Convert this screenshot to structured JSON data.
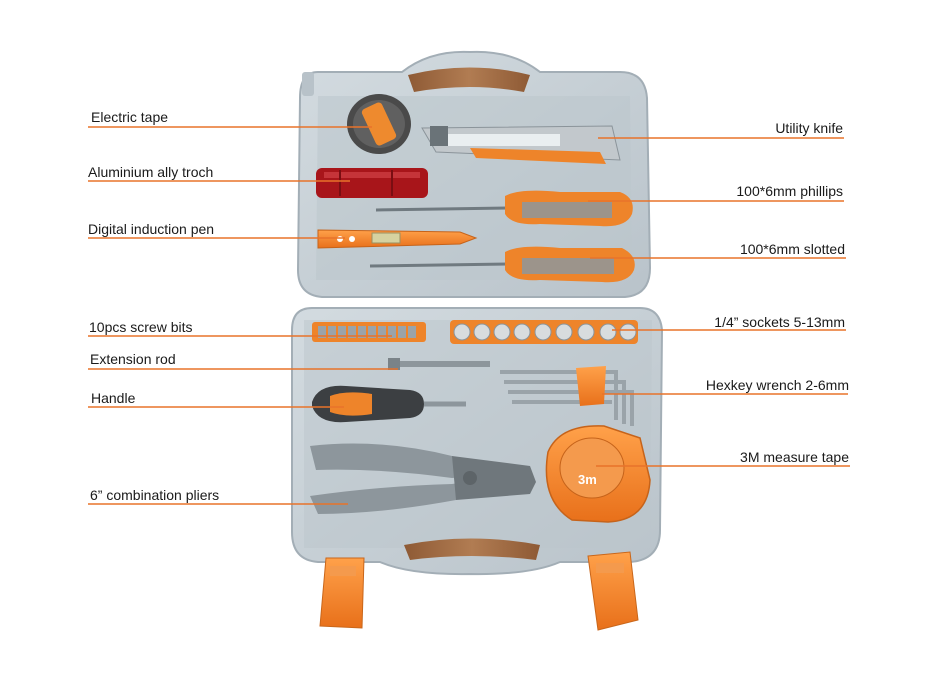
{
  "colors": {
    "case": "#c9d2d8",
    "case_inner": "#b5c0c7",
    "case_edge": "#a3aeb6",
    "accent_orange": "#f07f1e",
    "leader_line": "#e8732a",
    "handle_wood": "#a7714a",
    "tool_grey": "#8d969c",
    "torch_red": "#a8151a"
  },
  "labels": {
    "left": [
      {
        "id": "electric-tape",
        "text": "Electric tape"
      },
      {
        "id": "aluminium-torch",
        "text": "Aluminium ally troch"
      },
      {
        "id": "digital-pen",
        "text": "Digital induction pen"
      },
      {
        "id": "screw-bits",
        "text": "10pcs screw bits"
      },
      {
        "id": "extension-rod",
        "text": "Extension rod"
      },
      {
        "id": "handle",
        "text": "Handle"
      },
      {
        "id": "pliers",
        "text": "6” combination pliers"
      }
    ],
    "right": [
      {
        "id": "utility-knife",
        "text": "Utility knife"
      },
      {
        "id": "phillips",
        "text": "100*6mm phillips"
      },
      {
        "id": "slotted",
        "text": "100*6mm slotted"
      },
      {
        "id": "sockets",
        "text": "1/4” sockets 5-13mm"
      },
      {
        "id": "hexkey",
        "text": "Hexkey wrench 2-6mm"
      },
      {
        "id": "measure-tape",
        "text": "3M measure tape"
      }
    ]
  },
  "tape_marking": "3m"
}
